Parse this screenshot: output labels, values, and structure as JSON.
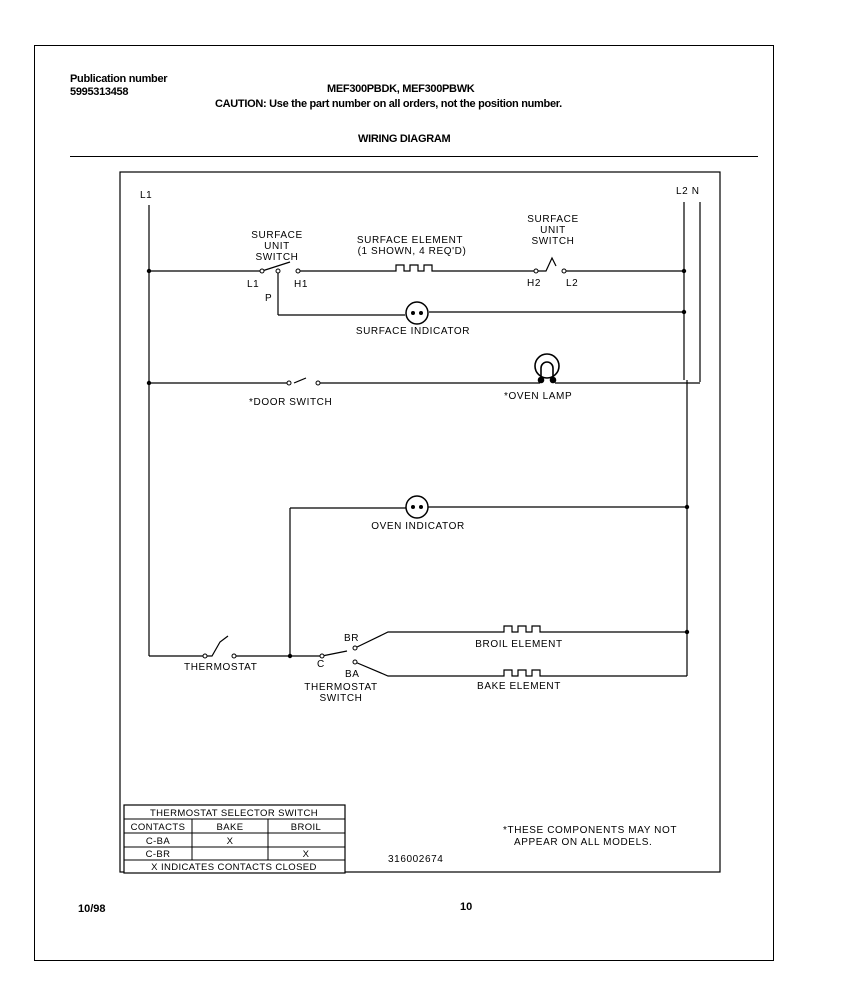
{
  "header": {
    "pub_label": "Publication number",
    "pub_number": "5995313458",
    "models": "MEF300PBDK, MEF300PBWK",
    "caution": "CAUTION:  Use the part number on all orders, not the position number.",
    "section_title": "WIRING DIAGRAM"
  },
  "diagram": {
    "line_l1": "L1",
    "line_l2n": "L2 N",
    "surface_switch_left": [
      "SURFACE",
      "UNIT",
      "SWITCH"
    ],
    "surface_switch_right": [
      "SURFACE",
      "UNIT",
      "SWITCH"
    ],
    "surface_element": [
      "SURFACE ELEMENT",
      "(1 SHOWN, 4 REQ'D)"
    ],
    "term_l1": "L1",
    "term_h1": "H1",
    "term_p": "P",
    "term_h2": "H2",
    "term_l2": "L2",
    "surface_indicator": "SURFACE INDICATOR",
    "door_switch": "*DOOR SWITCH",
    "oven_lamp": "*OVEN LAMP",
    "oven_indicator": "OVEN INDICATOR",
    "thermostat": "THERMOSTAT",
    "thermostat_switch": [
      "THERMOSTAT",
      "SWITCH"
    ],
    "term_c": "C",
    "term_br": "BR",
    "term_ba": "BA",
    "broil_element": "BROIL ELEMENT",
    "bake_element": "BAKE ELEMENT",
    "footnote": [
      "*THESE COMPONENTS MAY NOT",
      "APPEAR ON ALL MODELS."
    ],
    "drawing_number": "316002674"
  },
  "selector_table": {
    "title": "THERMOSTAT SELECTOR SWITCH",
    "headers": [
      "CONTACTS",
      "BAKE",
      "BROIL"
    ],
    "rows": [
      [
        "C-BA",
        "X",
        ""
      ],
      [
        "C-BR",
        "",
        "X"
      ]
    ],
    "note": "X INDICATES CONTACTS CLOSED"
  },
  "footer": {
    "date": "10/98",
    "page": "10"
  }
}
